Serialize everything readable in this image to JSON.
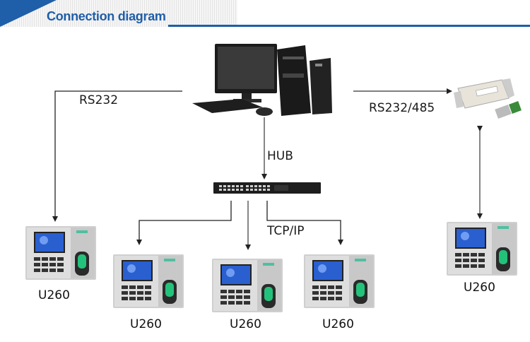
{
  "header": {
    "title": "Connection diagram",
    "accent_color": "#1f5ea8"
  },
  "nodes": {
    "computer": {
      "icon": "desktop-computer-icon"
    },
    "hub": {
      "label": "HUB",
      "icon": "network-switch-icon"
    },
    "converter": {
      "icon": "rs232-485-converter-icon"
    }
  },
  "connections": {
    "rs232": "RS232",
    "rs232_485": "RS232/485",
    "tcpip": "TCP/IP"
  },
  "devices": [
    {
      "model": "U260",
      "link": "RS232"
    },
    {
      "model": "U260",
      "link": "TCP/IP"
    },
    {
      "model": "U260",
      "link": "TCP/IP"
    },
    {
      "model": "U260",
      "link": "TCP/IP"
    },
    {
      "model": "U260",
      "link": "RS232/485"
    }
  ]
}
